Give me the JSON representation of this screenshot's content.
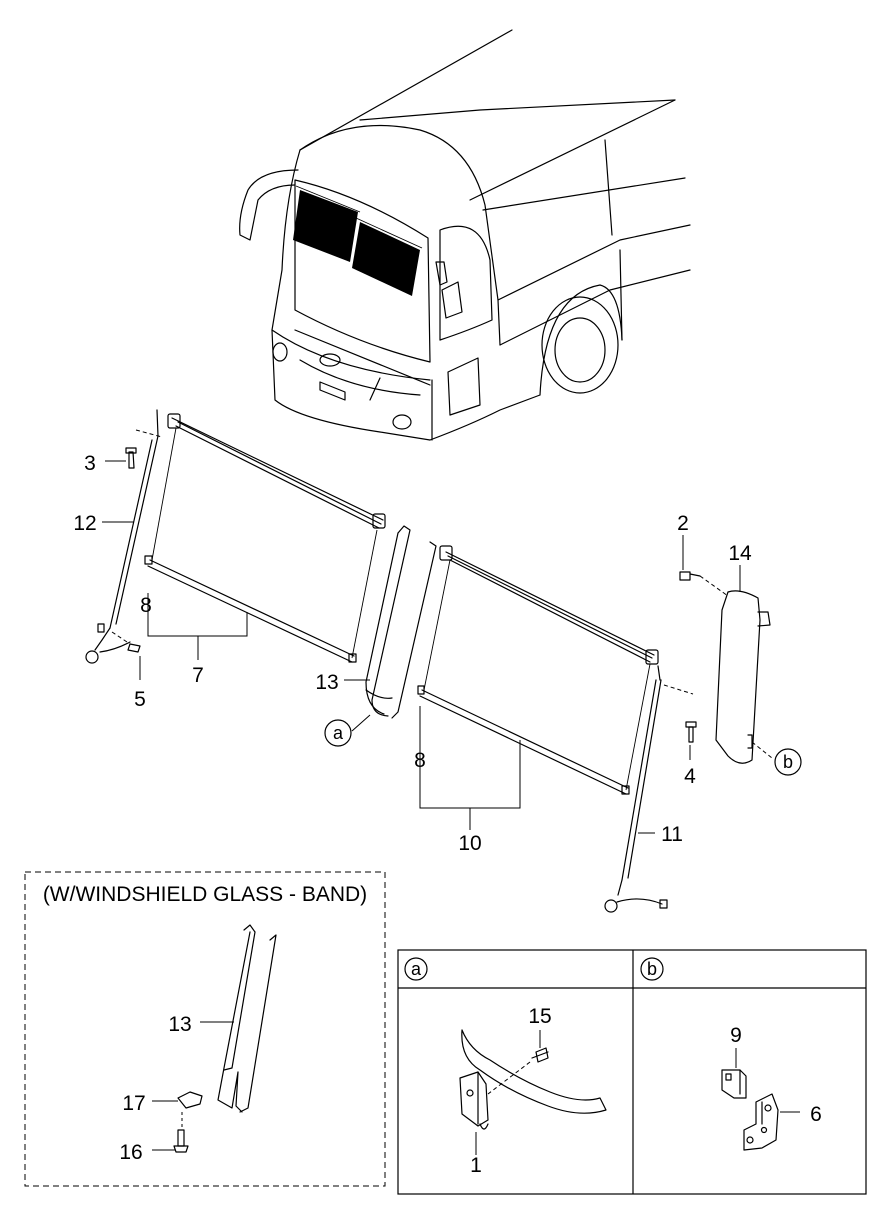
{
  "callouts": {
    "c1": "1",
    "c2": "2",
    "c3": "3",
    "c4": "4",
    "c5": "5",
    "c6": "6",
    "c7": "7",
    "c8a": "8",
    "c8b": "8",
    "c9": "9",
    "c10": "10",
    "c11": "11",
    "c12": "12",
    "c13a": "13",
    "c13b": "13",
    "c14": "14",
    "c15": "15",
    "c16": "16",
    "c17": "17"
  },
  "refs": {
    "a": "a",
    "b": "b"
  },
  "inset": {
    "title": "(W/WINDSHIELD GLASS - BAND)"
  },
  "detail_table": {
    "col_a": "a",
    "col_b": "b"
  }
}
